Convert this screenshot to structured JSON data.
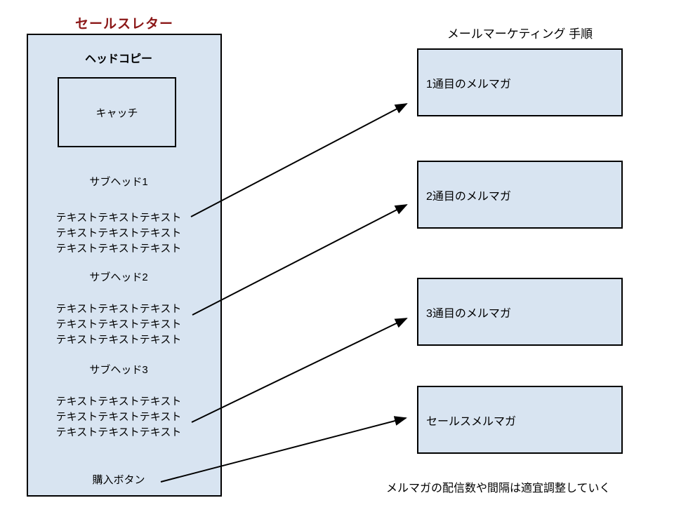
{
  "colors": {
    "background": "#ffffff",
    "box_fill": "#d8e4f1",
    "box_border": "#000000",
    "left_title": "#8b1717",
    "arrow": "#000000",
    "text": "#000000"
  },
  "sales_letter": {
    "title": "セールスレター",
    "head_copy": "ヘッドコピー",
    "catch": "キャッチ",
    "sections": [
      {
        "subhead": "サブヘッド1",
        "lines": [
          "テキストテキストテキスト",
          "テキストテキストテキスト",
          "テキストテキストテキスト"
        ]
      },
      {
        "subhead": "サブヘッド2",
        "lines": [
          "テキストテキストテキスト",
          "テキストテキストテキスト",
          "テキストテキストテキスト"
        ]
      },
      {
        "subhead": "サブヘッド3",
        "lines": [
          "テキストテキストテキスト",
          "テキストテキストテキスト",
          "テキストテキストテキスト"
        ]
      }
    ],
    "buy_button": "購入ボタン"
  },
  "email_marketing": {
    "title": "メールマーケティング 手順",
    "steps": [
      "1通目のメルマガ",
      "2通目のメルマガ",
      "3通目のメルマガ",
      "セールスメルマガ"
    ],
    "note": "メルマガの配信数や間隔は適宜調整していく"
  },
  "connections": [
    {
      "from": "section-1-text",
      "to": "mailmag-box-1"
    },
    {
      "from": "section-2-text",
      "to": "mailmag-box-2"
    },
    {
      "from": "section-3-text",
      "to": "mailmag-box-3"
    },
    {
      "from": "purchase-button",
      "to": "mailmag-box-4"
    }
  ]
}
